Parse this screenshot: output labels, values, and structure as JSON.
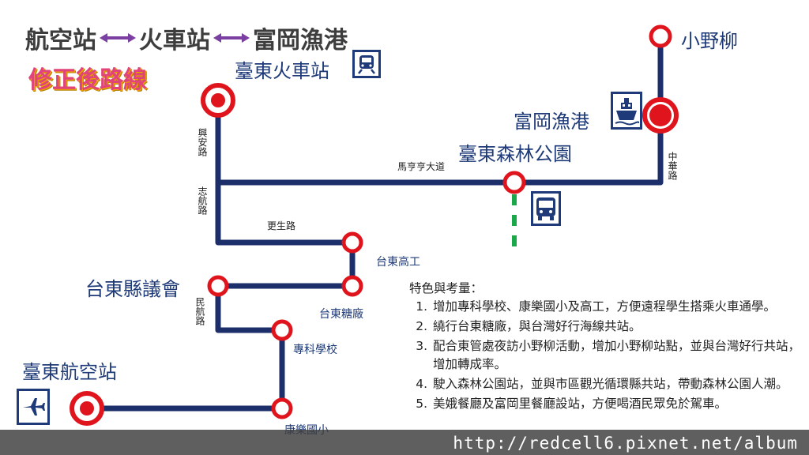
{
  "header": {
    "route_stop_1": "航空站",
    "route_stop_2": "火車站",
    "route_stop_3": "富岡漁港",
    "subtitle": "修正後路線"
  },
  "stations": {
    "train_station": "臺東火車站",
    "xiaoyeliu": "小野柳",
    "fugang_harbor": "富岡漁港",
    "forest_park": "臺東森林公園",
    "county_council": "台東縣議會",
    "airport": "臺東航空站",
    "high_school": "台東高工",
    "sugar_factory": "台東糖廠",
    "junior_college": "專科學校",
    "kangle_elementary": "康樂國小"
  },
  "roads": {
    "xingan": "興安路",
    "zhihang": "志航路",
    "gengsheng": "更生路",
    "mahenghen": "馬亨亨大道",
    "zhonghua": "中華路",
    "minhang": "民航路"
  },
  "notes": {
    "heading": "特色與考量：",
    "items": [
      "增加專科學校、康樂國小及高工，方便遠程學生搭乘火車通學。",
      "繞行台東糖廠，與台灣好行海線共站。",
      "配合東管處夜訪小野柳活動，增加小野柳站點，並與台灣好行共站，增加轉成率。",
      "駛入森林公園站，並與市區觀光循環縣共站，帶動森林公園人潮。",
      "美娥餐廳及富岡里餐廳設站，方便喝酒民眾免於駕車。"
    ]
  },
  "icons": {
    "train": "train-icon",
    "ship": "ship-icon",
    "bus": "bus-icon",
    "airplane": "airplane-icon"
  },
  "colors": {
    "route_line": "#1c2f6b",
    "stop_ring": "#e0141c",
    "bus_link": "#1aa84a",
    "label_text": "#1e3a78",
    "subtitle": "#e0447a",
    "arrow": "#7a3fa0"
  },
  "watermark": "http://redcell6.pixnet.net/album"
}
